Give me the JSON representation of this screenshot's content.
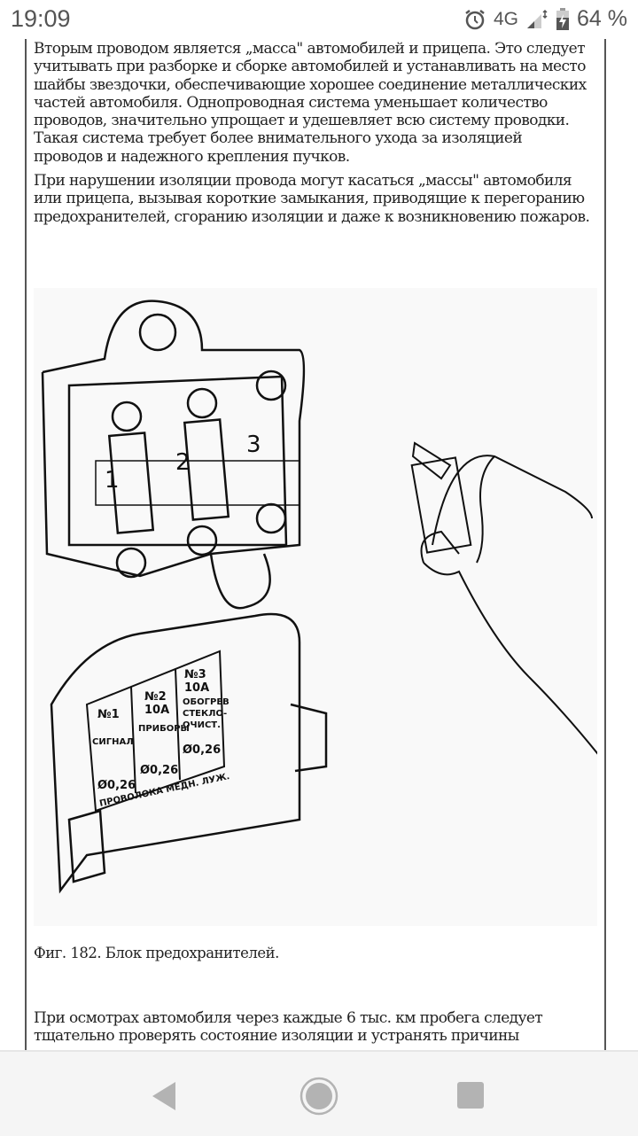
{
  "status_bar": {
    "time": "19:09",
    "network": "4G",
    "battery": "64 %",
    "icons": [
      "alarm-icon",
      "signal-icon",
      "battery-charging-icon"
    ]
  },
  "article": {
    "paragraphs": [
      "Вторым проводом является „масса\" автомобилей и прицепа. Это следует учитывать при разборке и сборке автомобилей и устанавливать на место шайбы звездочки, обеспечивающие хорошее соединение металлических частей автомобиля. Однопроводная система уменьшает количество проводов, значительно упрощает и удешевляет всю систему проводки. Такая система требует более внимательного ухода за изоляцией проводов и надежного крепления пучков.",
      "При нарушении изоляции провода могут касаться „массы\" автомобиля или прицепа, вызывая короткие замыкания, приводящие к перегоранию предохранителей, сгоранию изоляции и даже к возникновению пожаров.",
      "При осмотрах автомобиля через каждые 6 тыс. км пробега следует тщательно проверять состояние изоляции и устранять причины"
    ],
    "figure": {
      "caption": "Фиг. 182. Блок предохранителей.",
      "labels": {
        "n1": "1",
        "n2": "2",
        "n3": "3",
        "f1": "№1",
        "f2": "№2",
        "f3": "№3",
        "a": "10А",
        "s1": "СИГНАЛ",
        "s2": "ПРИБОРЫ",
        "s3": "ОБОГРЕВ",
        "s3b": "СТЕКЛО-",
        "s3c": "ОЧИСТ.",
        "d": "Ø0,26",
        "wire": "ПРОВОЛОКА МЕДН. ЛУЖ."
      }
    }
  },
  "nav": {
    "back": "back-icon",
    "home": "home-icon",
    "recents": "recents-icon"
  }
}
